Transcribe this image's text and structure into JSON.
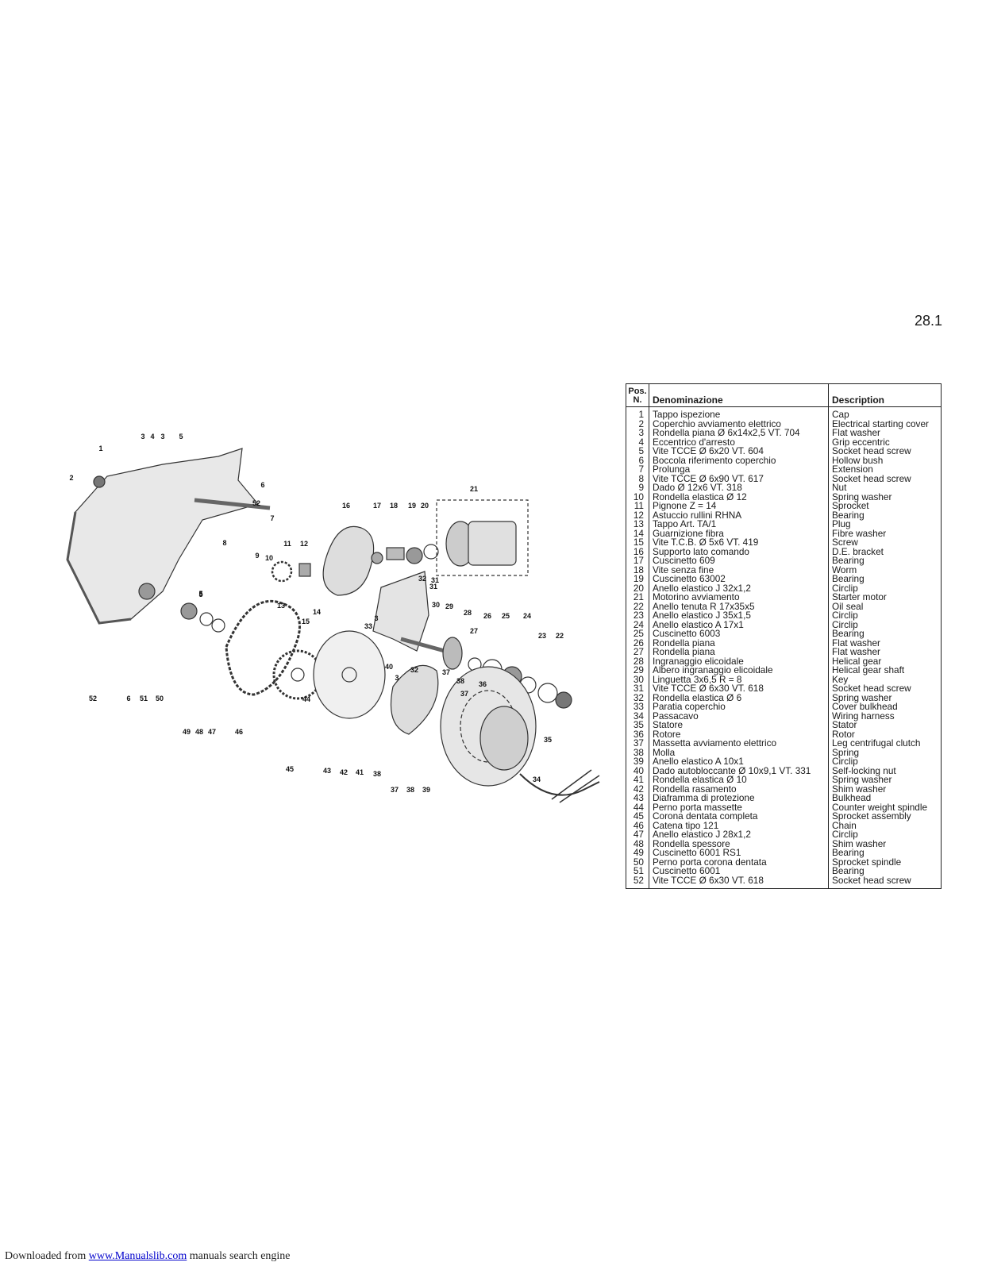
{
  "page_number": "28.1",
  "table": {
    "header": {
      "pos": "Pos. N.",
      "denominazione": "Denominazione",
      "description": "Description"
    },
    "rows": [
      {
        "pos": "1",
        "it": "Tappo ispezione",
        "en": "Cap"
      },
      {
        "pos": "2",
        "it": "Coperchio avviamento elettrico",
        "en": "Electrical starting cover"
      },
      {
        "pos": "3",
        "it": "Rondella piana Ø 6x14x2,5 VT. 704",
        "en": "Flat washer"
      },
      {
        "pos": "4",
        "it": "Eccentrico d'arresto",
        "en": "Grip eccentric"
      },
      {
        "pos": "5",
        "it": "Vite TCCE Ø 6x20 VT. 604",
        "en": "Socket head screw"
      },
      {
        "pos": "6",
        "it": "Boccola riferimento coperchio",
        "en": "Hollow bush"
      },
      {
        "pos": "7",
        "it": "Prolunga",
        "en": "Extension"
      },
      {
        "pos": "8",
        "it": "Vite TCCE Ø 6x90 VT. 617",
        "en": "Socket head screw"
      },
      {
        "pos": "9",
        "it": "Dado Ø 12x6 VT. 318",
        "en": "Nut"
      },
      {
        "pos": "10",
        "it": "Rondella elastica Ø 12",
        "en": "Spring washer"
      },
      {
        "pos": "11",
        "it": "Pignone Z = 14",
        "en": "Sprocket"
      },
      {
        "pos": "12",
        "it": "Astuccio rullini RHNA",
        "en": "Bearing"
      },
      {
        "pos": "13",
        "it": "Tappo Art. TA/1",
        "en": "Plug"
      },
      {
        "pos": "14",
        "it": "Guarnizione fibra",
        "en": "Fibre washer"
      },
      {
        "pos": "15",
        "it": "Vite T.C.B. Ø 5x6 VT. 419",
        "en": "Screw"
      },
      {
        "pos": "16",
        "it": "Supporto lato comando",
        "en": "D.E. bracket"
      },
      {
        "pos": "17",
        "it": "Cuscinetto 609",
        "en": "Bearing"
      },
      {
        "pos": "18",
        "it": "Vite senza fine",
        "en": "Worm"
      },
      {
        "pos": "19",
        "it": "Cuscinetto 63002",
        "en": "Bearing"
      },
      {
        "pos": "20",
        "it": "Anello elastico J 32x1,2",
        "en": "Circlip"
      },
      {
        "pos": "21",
        "it": "Motorino avviamento",
        "en": "Starter motor"
      },
      {
        "pos": "22",
        "it": "Anello tenuta R 17x35x5",
        "en": "Oil seal"
      },
      {
        "pos": "23",
        "it": "Anello elastico J 35x1,5",
        "en": "Circlip"
      },
      {
        "pos": "24",
        "it": "Anello elastico A 17x1",
        "en": "Circlip"
      },
      {
        "pos": "25",
        "it": "Cuscinetto 6003",
        "en": "Bearing"
      },
      {
        "pos": "26",
        "it": "Rondella piana",
        "en": "Flat washer"
      },
      {
        "pos": "27",
        "it": "Rondella piana",
        "en": "Flat washer"
      },
      {
        "pos": "28",
        "it": "Ingranaggio elicoidale",
        "en": "Helical gear"
      },
      {
        "pos": "29",
        "it": "Albero ingranaggio elicoidale",
        "en": "Helical gear shaft"
      },
      {
        "pos": "30",
        "it": "Linguetta 3x6,5 R = 8",
        "en": "Key"
      },
      {
        "pos": "31",
        "it": "Vite TCCE Ø 6x30 VT. 618",
        "en": "Socket head screw"
      },
      {
        "pos": "32",
        "it": "Rondella elastica Ø 6",
        "en": "Spring washer"
      },
      {
        "pos": "33",
        "it": "Paratia coperchio",
        "en": "Cover bulkhead"
      },
      {
        "pos": "34",
        "it": "Passacavo",
        "en": "Wiring harness"
      },
      {
        "pos": "35",
        "it": "Statore",
        "en": "Stator"
      },
      {
        "pos": "36",
        "it": "Rotore",
        "en": "Rotor"
      },
      {
        "pos": "37",
        "it": "Massetta avviamento elettrico",
        "en": "Leg centrifugal clutch"
      },
      {
        "pos": "38",
        "it": "Molla",
        "en": "Spring"
      },
      {
        "pos": "39",
        "it": "Anello elastico A 10x1",
        "en": "Circlip"
      },
      {
        "pos": "40",
        "it": "Dado autobloccante Ø 10x9,1 VT. 331",
        "en": "Self-locking nut"
      },
      {
        "pos": "41",
        "it": "Rondella elastica Ø 10",
        "en": "Spring washer"
      },
      {
        "pos": "42",
        "it": "Rondella rasamento",
        "en": "Shim washer"
      },
      {
        "pos": "43",
        "it": "Diaframma di protezione",
        "en": "Bulkhead"
      },
      {
        "pos": "44",
        "it": "Perno porta massette",
        "en": "Counter weight spindle"
      },
      {
        "pos": "45",
        "it": "Corona dentata completa",
        "en": "Sprocket assembly"
      },
      {
        "pos": "46",
        "it": "Catena tipo 121",
        "en": "Chain"
      },
      {
        "pos": "47",
        "it": "Anello elastico J 28x1,2",
        "en": "Circlip"
      },
      {
        "pos": "48",
        "it": "Rondella spessore",
        "en": "Shim washer"
      },
      {
        "pos": "49",
        "it": "Cuscinetto 6001 RS1",
        "en": "Bearing"
      },
      {
        "pos": "50",
        "it": "Perno porta corona dentata",
        "en": "Sprocket spindle"
      },
      {
        "pos": "51",
        "it": "Cuscinetto 6001",
        "en": "Bearing"
      },
      {
        "pos": "52",
        "it": "Vite TCCE Ø 6x30 VT. 618",
        "en": "Socket head screw"
      }
    ]
  },
  "diagram": {
    "callouts": [
      "1",
      "2",
      "3",
      "4",
      "3",
      "5",
      "52",
      "6",
      "7",
      "8",
      "5",
      "5",
      "52",
      "6",
      "51",
      "50",
      "9",
      "10",
      "11",
      "12",
      "13",
      "15",
      "14",
      "49",
      "48",
      "47",
      "46",
      "44",
      "45",
      "43",
      "42",
      "41",
      "38",
      "37",
      "38",
      "39",
      "40",
      "3",
      "32",
      "31",
      "33",
      "3",
      "16",
      "17",
      "18",
      "19",
      "20",
      "21",
      "32",
      "31",
      "30",
      "29",
      "28",
      "27",
      "26",
      "25",
      "24",
      "23",
      "22",
      "37",
      "38",
      "37",
      "36",
      "35",
      "34"
    ]
  },
  "footer": {
    "prefix": "Downloaded from ",
    "link": "www.Manualslib.com",
    "suffix": " manuals search engine"
  }
}
